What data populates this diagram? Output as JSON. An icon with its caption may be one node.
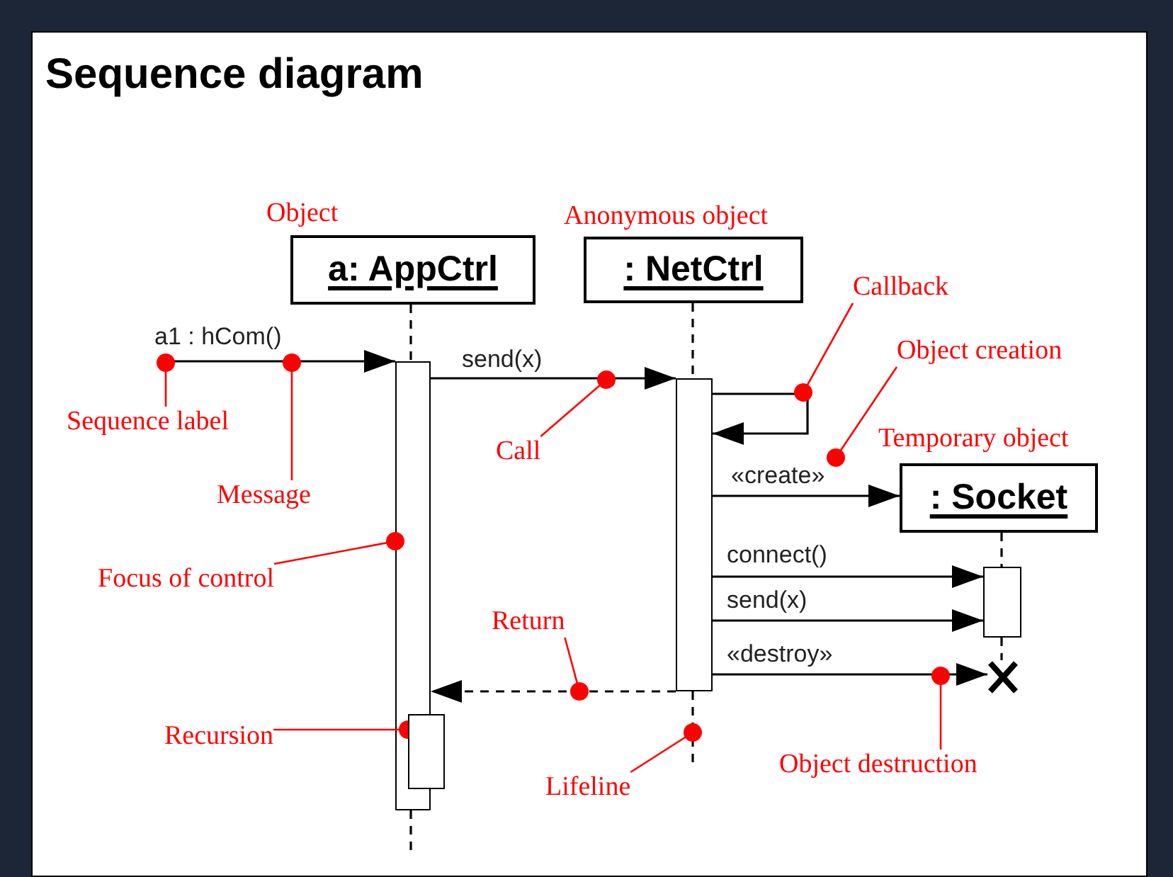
{
  "diagram": {
    "title": "Sequence diagram",
    "nodes": [
      {
        "text": [
          "a: AppCtrl"
        ],
        "beside": [
          "Object"
        ]
      },
      {
        "text": [
          ": NetCtrl"
        ],
        "beside": [
          "Anonymous object"
        ]
      },
      {
        "text": [
          ": Socket"
        ],
        "beside": [
          "Temporary object"
        ]
      },
      {
        "text": [],
        "shape": "bar"
      },
      {
        "text": [],
        "shape": "bar"
      },
      {
        "text": [],
        "shape": "bar"
      },
      {
        "text": [],
        "shape": "bar"
      },
      {
        "text": [],
        "shape": "cross"
      },
      {
        "text": [
          "Sequence label"
        ]
      },
      {
        "text": [
          "Message"
        ]
      },
      {
        "text": [
          "Call"
        ]
      },
      {
        "text": [
          "Callback"
        ]
      },
      {
        "text": [
          "Object creation"
        ]
      },
      {
        "text": [
          "Focus of control"
        ]
      },
      {
        "text": [
          "Return"
        ]
      },
      {
        "text": [
          "Recursion"
        ]
      },
      {
        "text": [
          "Lifeline"
        ]
      },
      {
        "text": [
          "Object destruction"
        ]
      }
    ],
    "edges": [
      {
        "from": null,
        "to": 3,
        "arrow": "to",
        "label": "a1 : hCom()"
      },
      {
        "from": 3,
        "to": 5,
        "arrow": "to",
        "label": "send(x)"
      },
      {
        "from": 5,
        "to": 5,
        "arrow": "to"
      },
      {
        "from": 5,
        "to": 2,
        "arrow": "to",
        "label": "«create»"
      },
      {
        "from": 5,
        "to": 6,
        "arrow": "to",
        "label": "connect()"
      },
      {
        "from": 5,
        "to": 6,
        "arrow": "to",
        "label": "send(x)"
      },
      {
        "from": 5,
        "to": 7,
        "arrow": "to",
        "label": "«destroy»"
      },
      {
        "from": 5,
        "to": 3,
        "arrow": "to",
        "style": "dashed"
      },
      {
        "from": 0,
        "to": 3,
        "arrow": "none",
        "style": "dashed"
      },
      {
        "from": 3,
        "to": null,
        "arrow": "none",
        "style": "dashed"
      },
      {
        "from": 1,
        "to": 5,
        "arrow": "none",
        "style": "dashed"
      },
      {
        "from": 5,
        "to": null,
        "arrow": "none",
        "style": "dashed"
      },
      {
        "from": 2,
        "to": 6,
        "arrow": "none",
        "style": "dashed"
      },
      {
        "from": 6,
        "to": 7,
        "arrow": "none",
        "style": "dashed"
      },
      {
        "from": 8,
        "to": null,
        "arrow": "other",
        "color": "#ff0000"
      },
      {
        "from": 9,
        "to": null,
        "arrow": "other",
        "color": "#ff0000"
      },
      {
        "from": 10,
        "to": null,
        "arrow": "other",
        "color": "#ff0000"
      },
      {
        "from": 11,
        "to": null,
        "arrow": "other",
        "color": "#ff0000"
      },
      {
        "from": 12,
        "to": null,
        "arrow": "other",
        "color": "#ff0000"
      },
      {
        "from": 13,
        "to": 3,
        "arrow": "other",
        "color": "#ff0000"
      },
      {
        "from": 14,
        "to": null,
        "arrow": "other",
        "color": "#ff0000"
      },
      {
        "from": 15,
        "to": 4,
        "arrow": "other",
        "color": "#ff0000"
      },
      {
        "from": 16,
        "to": null,
        "arrow": "other",
        "color": "#ff0000"
      },
      {
        "from": 17,
        "to": null,
        "arrow": "other",
        "color": "#ff0000"
      }
    ]
  }
}
